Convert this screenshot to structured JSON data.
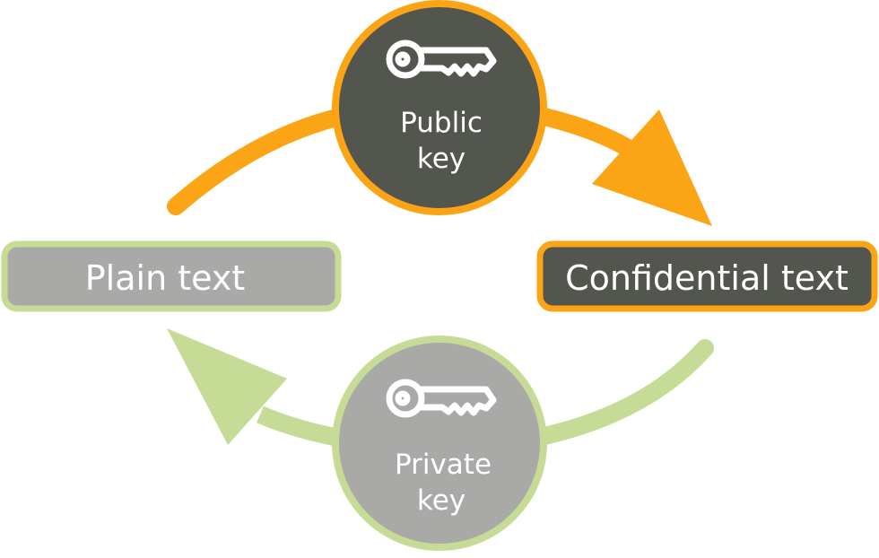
{
  "public_key": {
    "lines": [
      "Public",
      "key"
    ],
    "icon": "key-icon"
  },
  "private_key": {
    "lines": [
      "Private",
      "key"
    ],
    "icon": "key-icon"
  },
  "plain_text": {
    "label": "Plain text"
  },
  "confidential_text": {
    "label": "Confidential text"
  },
  "colors": {
    "orange": "#FBA416",
    "green": "#C6DB95",
    "dark": "#53564F",
    "gray": "#A9A9A8",
    "white": "#FFFFFF"
  }
}
